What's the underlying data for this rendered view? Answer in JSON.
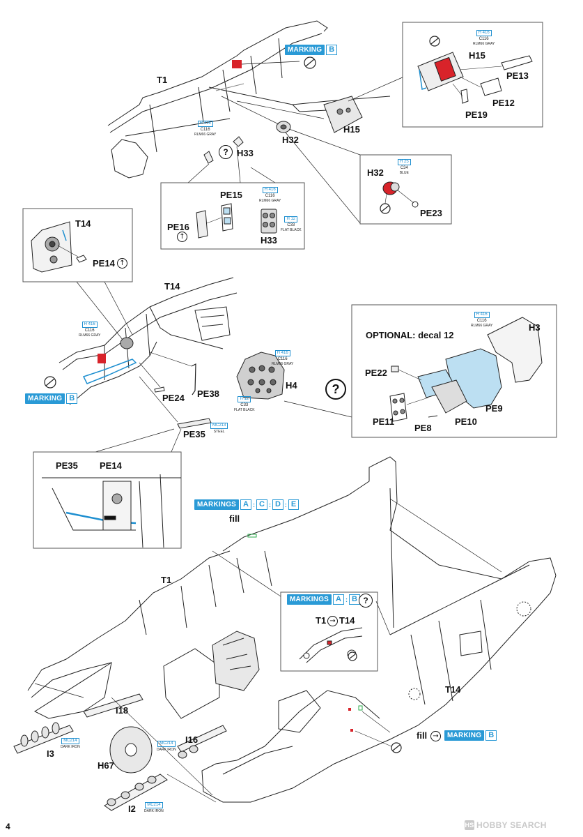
{
  "page": {
    "number": "4",
    "watermark": "HOBBY SEARCH",
    "watermark_logo": "HS"
  },
  "parts": {
    "t1_top": "T1",
    "t14_inset": "T14",
    "t14_mid": "T14",
    "t1_bottom": "T1",
    "t14_bottom": "T14",
    "h15_inset": "H15",
    "h15_main": "H15",
    "pe13": "PE13",
    "pe12": "PE12",
    "pe19": "PE19",
    "h32_main": "H32",
    "h32_inset": "H32",
    "pe23": "PE23",
    "h33_main": "H33",
    "h33_inset": "H33",
    "pe15": "PE15",
    "pe16": "PE16",
    "pe14_inset": "PE14",
    "pe24": "PE24",
    "pe38": "PE38",
    "pe35_main": "PE35",
    "h4": "H4",
    "h3": "H3",
    "pe22": "PE22",
    "pe9": "PE9",
    "pe11": "PE11",
    "pe8": "PE8",
    "pe10": "PE10",
    "pe35_detail": "PE35",
    "pe14_detail": "PE14",
    "i18": "I18",
    "i3": "I3",
    "h67": "H67",
    "i16": "I16",
    "i2": "I2",
    "t1_join": "T1",
    "t14_join": "T14"
  },
  "markings": {
    "b_top": {
      "label": "MARKING",
      "letter": "B"
    },
    "b_left": {
      "label": "MARKING",
      "letter": "B"
    },
    "acde": {
      "label": "MARKINGS",
      "letters": [
        "A",
        "C",
        "D",
        "E"
      ]
    },
    "ab": {
      "label": "MARKINGS",
      "letters": [
        "A",
        "B"
      ]
    },
    "b_bottom": {
      "label": "MARKING",
      "letter": "B"
    }
  },
  "texts": {
    "optional": "OPTIONAL: decal 12",
    "fill_top": "fill",
    "fill_bottom": "fill",
    "question": "?"
  },
  "icons": {
    "arrow_symbol": "↑",
    "join_symbol": "→"
  },
  "color_callouts": {
    "c1": {
      "code": "H 416",
      "mid": "C116",
      "name": "RLM66 GRAY"
    },
    "c2": {
      "code": "H 416",
      "mid": "C116",
      "name": "RLM66 GRAY"
    },
    "c3": {
      "code": "H 25",
      "mid": "C34",
      "name": "BLUE"
    },
    "c4": {
      "code": "H 416",
      "mid": "C116",
      "name": "RLM66 GRAY"
    },
    "c5": {
      "code": "H 12",
      "mid": "C33",
      "name": "FLAT BLACK"
    },
    "c6": {
      "code": "H 416",
      "mid": "C116",
      "name": "RLM66 GRAY"
    },
    "c7": {
      "code": "H 416",
      "mid": "C116",
      "name": "RLM66 GRAY"
    },
    "c8": {
      "code": "H 12",
      "mid": "C33",
      "name": "FLAT BLACK"
    },
    "c9": {
      "code": "H 416",
      "mid": "C116",
      "name": "RLM66 GRAY"
    },
    "c10": {
      "code": "MC213",
      "name": "STEEL"
    },
    "c11": {
      "code": "MC214",
      "name": "DARK IRON"
    },
    "c12": {
      "code": "MC214",
      "name": "DARK IRON"
    },
    "c13": {
      "code": "MC214",
      "name": "DARK IRON"
    }
  },
  "colors": {
    "marking_blue": "#2a9ad6",
    "callout_blue": "#1e8fd0",
    "part_red": "#d8232a",
    "part_blue": "#bcdff2"
  }
}
